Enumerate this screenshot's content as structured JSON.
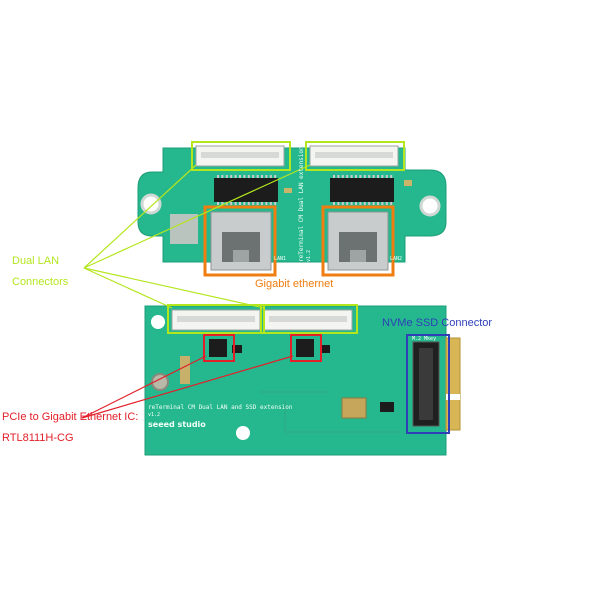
{
  "labels": {
    "dual_lan_line1": "Dual LAN",
    "dual_lan_line2": "Connectors",
    "gigabit_ethernet": "Gigabit ethernet",
    "nvme_ssd_connector": "NVMe SSD Connector",
    "pcie_ic_line1": "PCIe to Gigabit Ethernet IC:",
    "pcie_ic_line2": "RTL8111H-CG"
  },
  "board_silkscreen": {
    "top_board_text": "reTerminal CM Dual LAN extension",
    "top_board_version": "v1.2",
    "top_lan1": "LAN1",
    "top_lan2": "LAN2",
    "bottom_board_text": "reTerminal CM Dual LAN and SSD extension",
    "bottom_board_version": "v1.2",
    "brand": "seeed studio",
    "m2_label": "M.2 Mkey"
  },
  "colors": {
    "background": "#ffffff",
    "pcb": "#25b88e",
    "pcb_edge": "#1e9c78",
    "gigabit_ethernet_box": "#ef7d10",
    "dual_lan_color": "#b4e61e",
    "nvme_color": "#2e3fb8",
    "pcie_ic_color": "#e3202a"
  }
}
